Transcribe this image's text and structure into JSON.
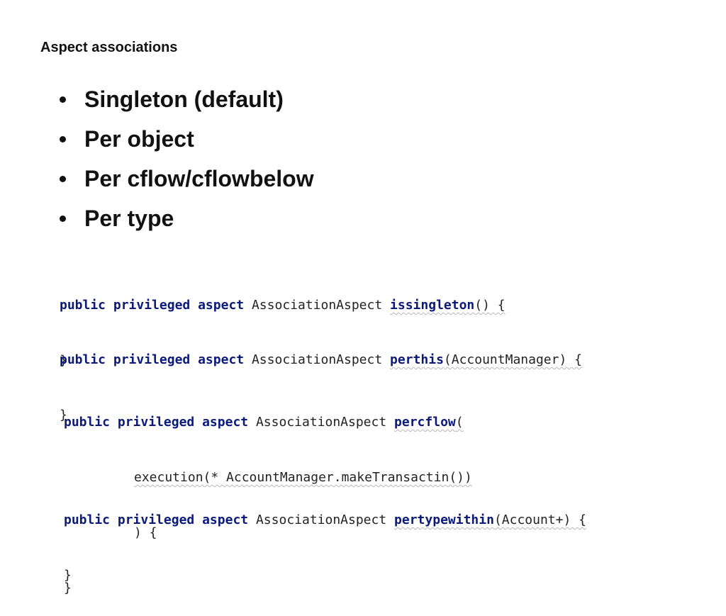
{
  "title": "Aspect associations",
  "bullets": [
    "Singleton (default)",
    "Per object",
    "Per cflow/cflowbelow",
    "Per type"
  ],
  "code": {
    "kw_public": "public",
    "kw_privileged": "privileged",
    "kw_aspect": "aspect",
    "aspect_name": "AssociationAspect",
    "close_brace": "}",
    "block1": {
      "fn": "issingleton",
      "rest": "() {"
    },
    "block2": {
      "fn": "perthis",
      "args": "(AccountManager) {"
    },
    "block3": {
      "fn": "percflow",
      "open": "(",
      "line2": "execution(* AccountManager.makeTransactin())",
      "line3": ") {"
    },
    "block4": {
      "fn": "pertypewithin",
      "args": "(Account+) {"
    }
  }
}
